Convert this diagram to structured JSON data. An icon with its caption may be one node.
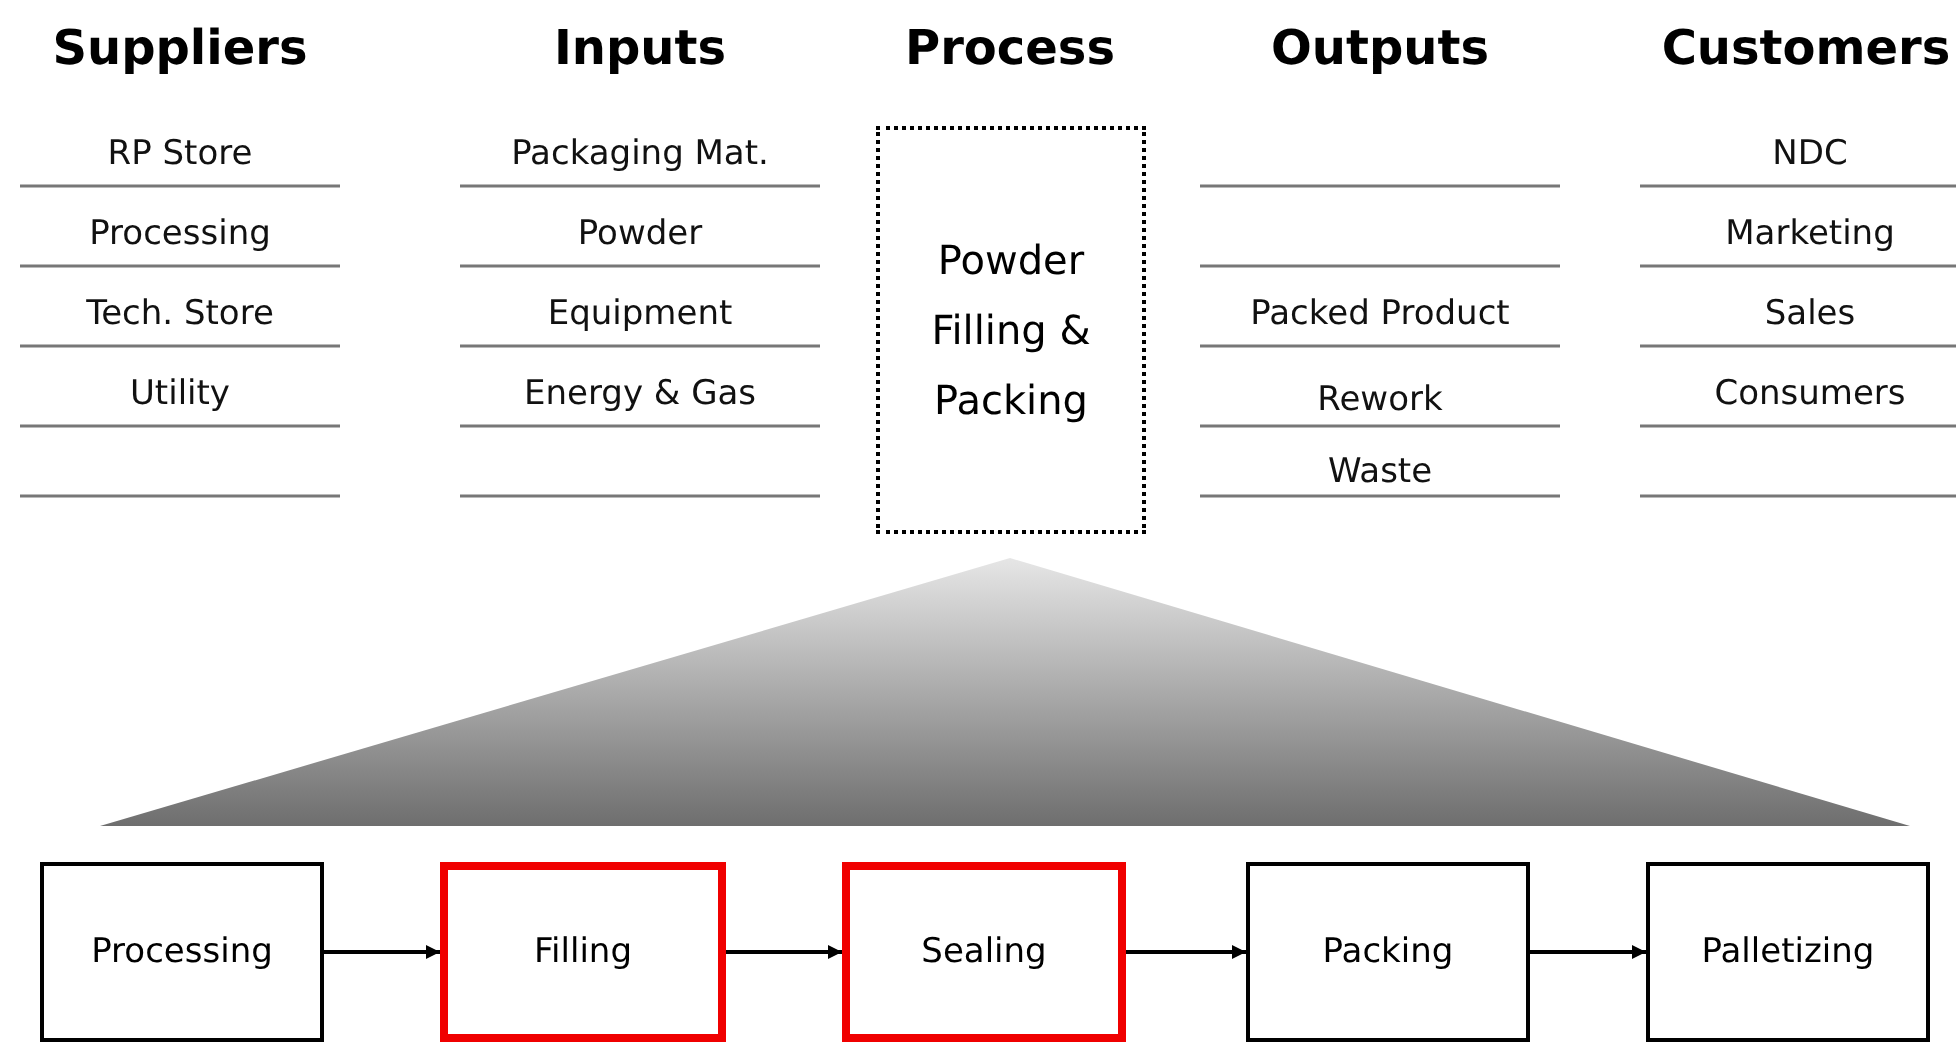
{
  "diagram": {
    "nodes": [
      {
        "text": [
          "Powder Filling & Packing"
        ]
      },
      {
        "text": [
          "Processing"
        ]
      },
      {
        "text": [
          "Filling"
        ]
      },
      {
        "text": [
          "Sealing"
        ]
      },
      {
        "text": [
          "Packing"
        ]
      },
      {
        "text": [
          "Palletizing"
        ]
      }
    ],
    "edges": [
      {
        "from": 1,
        "to": 2,
        "arrow": "to"
      },
      {
        "from": 2,
        "to": 3,
        "arrow": "to"
      },
      {
        "from": 3,
        "to": 4,
        "arrow": "to"
      },
      {
        "from": 4,
        "to": 5,
        "arrow": "to"
      }
    ],
    "labels": [
      "Suppliers",
      "Inputs",
      "Process",
      "Outputs",
      "Customers",
      "RP Store",
      "Packaging Mat.",
      "NDC",
      "Processing",
      "Powder",
      "Marketing",
      "Tech. Store",
      "Equipment",
      "Packed Product",
      "Sales",
      "Utility",
      "Energy & Gas",
      "Rework",
      "Consumers",
      "Waste"
    ]
  }
}
